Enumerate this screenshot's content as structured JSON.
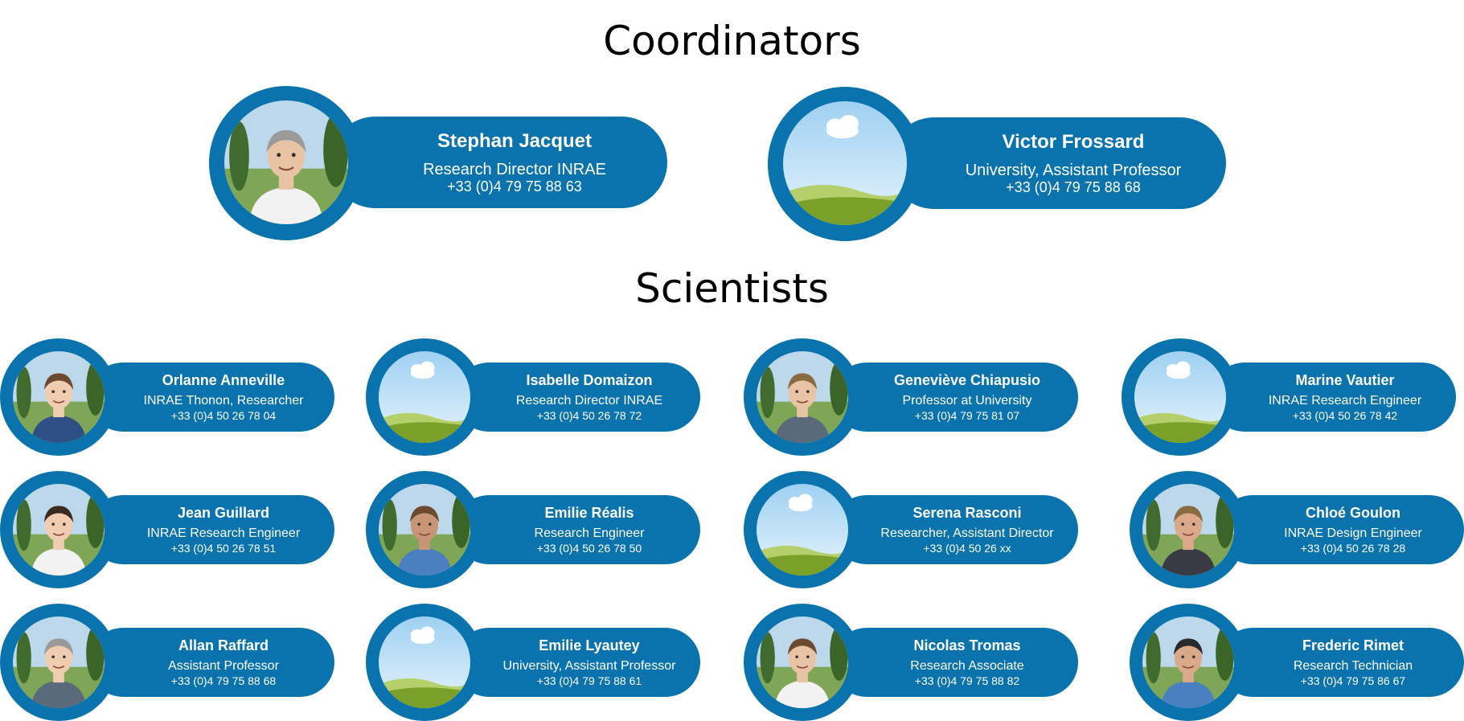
{
  "sections": {
    "coordinators_title": "Coordinators",
    "scientists_title": "Scientists"
  },
  "colors": {
    "accent": "#0a73ad",
    "text_on_accent": "#ffffff"
  },
  "coordinators": [
    {
      "name": "Stephan Jacquet",
      "role": "Research Director INRAE",
      "phone": "+33 (0)4 79 75 88 63",
      "photo": "portrait"
    },
    {
      "name": "Victor Frossard",
      "role": "University, Assistant Professor",
      "phone": "+33  (0)4 79 75 88 68",
      "photo": "placeholder-landscape"
    }
  ],
  "scientists": [
    {
      "name": "Orlanne Anneville",
      "role": "INRAE Thonon, Researcher",
      "phone": "+33 (0)4 50 26 78 04",
      "photo": "portrait"
    },
    {
      "name": "Isabelle Domaizon",
      "role": "Research Director INRAE",
      "phone": "+33 (0)4 50 26 78 72",
      "photo": "placeholder-landscape"
    },
    {
      "name": "Geneviève Chiapusio",
      "role": "Professor at University",
      "phone": "+33 (0)4 79 75 81 07",
      "photo": "portrait"
    },
    {
      "name": "Marine Vautier",
      "role": "INRAE Research Engineer",
      "phone": "+33 (0)4 50 26 78 42",
      "photo": "placeholder-landscape"
    },
    {
      "name": "Jean Guillard",
      "role": "INRAE Research Engineer",
      "phone": "+33 (0)4 50 26 78 51",
      "photo": "portrait"
    },
    {
      "name": "Emilie Réalis",
      "role": "Research Engineer",
      "phone": "+33 (0)4 50 26 78 50",
      "photo": "portrait"
    },
    {
      "name": "Serena Rasconi",
      "role": "Researcher, Assistant Director",
      "phone": "+33 (0)4 50 26  xx",
      "photo": "placeholder-landscape"
    },
    {
      "name": "Chloé Goulon",
      "role": "INRAE Design Engineer",
      "phone": "+33 (0)4 50 26 78  28",
      "photo": "portrait"
    },
    {
      "name": "Allan Raffard",
      "role": "Assistant Professor",
      "phone": "+33 (0)4 79 75 88 68",
      "photo": "portrait"
    },
    {
      "name": "Emilie Lyautey",
      "role": "University, Assistant Professor",
      "phone": "+33 (0)4 79 75 88 61",
      "photo": "placeholder-landscape"
    },
    {
      "name": "Nicolas Tromas",
      "role": "Research Associate",
      "phone": "+33 (0)4 79 75 88 82",
      "photo": "portrait"
    },
    {
      "name": "Frederic Rimet",
      "role": "Research Technician",
      "phone": "+33 (0)4 79 75 86 67",
      "photo": "portrait"
    }
  ]
}
